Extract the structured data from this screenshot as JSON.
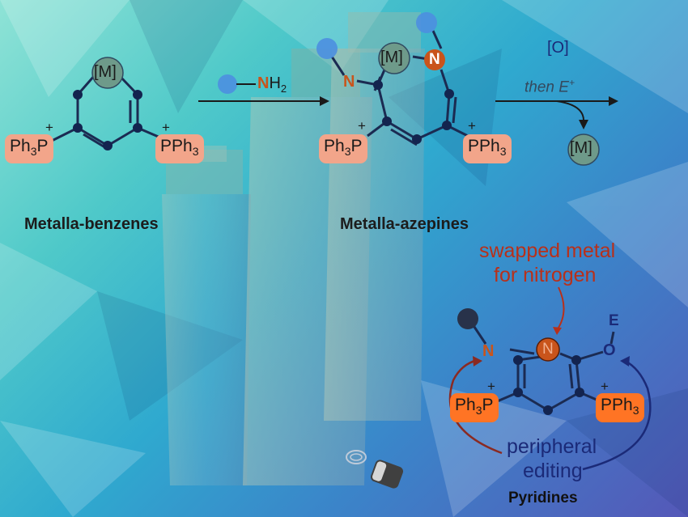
{
  "diagram": {
    "start": {
      "metal": "[M]",
      "left_phosphonium": "Ph3P",
      "right_phosphonium": "PPh3",
      "charge": "+",
      "caption": "Metalla-benzenes"
    },
    "step1": {
      "reagent_n": "N",
      "reagent_h": "H",
      "reagent_sub": "2"
    },
    "intermediate": {
      "metal": "[M]",
      "ring_n": "N",
      "side_n": "N",
      "left_phosphonium": "Ph3P",
      "right_phosphonium": "PPh3",
      "charge": "+",
      "caption": "Metalla-azepines"
    },
    "step2": {
      "oxidant": "[O]",
      "then_text": "then E",
      "then_sup": "+",
      "released_metal": "[M]"
    },
    "product": {
      "swap_note_line1": "swapped metal",
      "swap_note_line2": "for nitrogen",
      "ring_n": "N",
      "side_n": "N",
      "oxygen": "O",
      "electrophile": "E",
      "left_phosphonium": "Ph3P",
      "right_phosphonium": "PPh3",
      "charge": "+",
      "peripheral_line1": "peripheral",
      "peripheral_line2": "editing",
      "caption": "Pyridines"
    }
  },
  "colors": {
    "bond": "#1b2b52",
    "atom": "#13244f",
    "pill": "#f2a58a",
    "pill_highlight": "#ff7424",
    "nitrogen": "#c9541b",
    "swap_note": "#b8301a",
    "editing_text": "#1b2a78"
  }
}
